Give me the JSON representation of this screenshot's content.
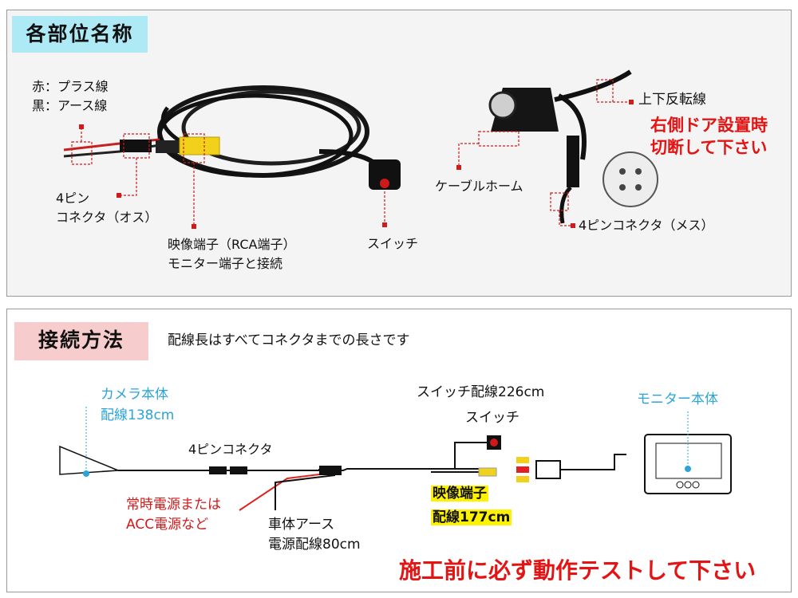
{
  "section1": {
    "title": "各部位名称",
    "title_bg": "#aeeaf6",
    "labels": {
      "red_wire": "赤：プラス線",
      "black_wire": "黒：アース線",
      "connector_male_1": "4ピン",
      "connector_male_2": "コネクタ（オス）",
      "video_terminal_1": "映像端子（RCA端子）",
      "video_terminal_2": "モニター端子と接続",
      "switch": "スイッチ",
      "cable_home": "ケーブルホーム",
      "flip_wire": "上下反転線",
      "flip_note_1": "右側ドア設置時",
      "flip_note_2": "切断して下さい",
      "connector_female": "4ピンコネクタ（メス）"
    }
  },
  "section2": {
    "title": "接続方法",
    "title_bg": "#f7cccc",
    "note": "配線長はすべてコネクタまでの長さです",
    "labels": {
      "camera_1": "カメラ本体",
      "camera_2": "配線138cm",
      "connector": "4ピンコネクタ",
      "power_1": "常時電源または",
      "power_2": "ACC電源など",
      "ground_1": "車体アース",
      "ground_2": "電源配線80cm",
      "switch_1": "スイッチ配線226cm",
      "switch_2": "スイッチ",
      "video_1": "映像端子",
      "video_2": "配線177cm",
      "monitor": "モニター本体",
      "warning": "施工前に必ず動作テストして下さい"
    }
  },
  "colors": {
    "accent_red": "#e31414",
    "accent_blue": "#2aa4d9",
    "highlight_yellow": "#fff200"
  }
}
